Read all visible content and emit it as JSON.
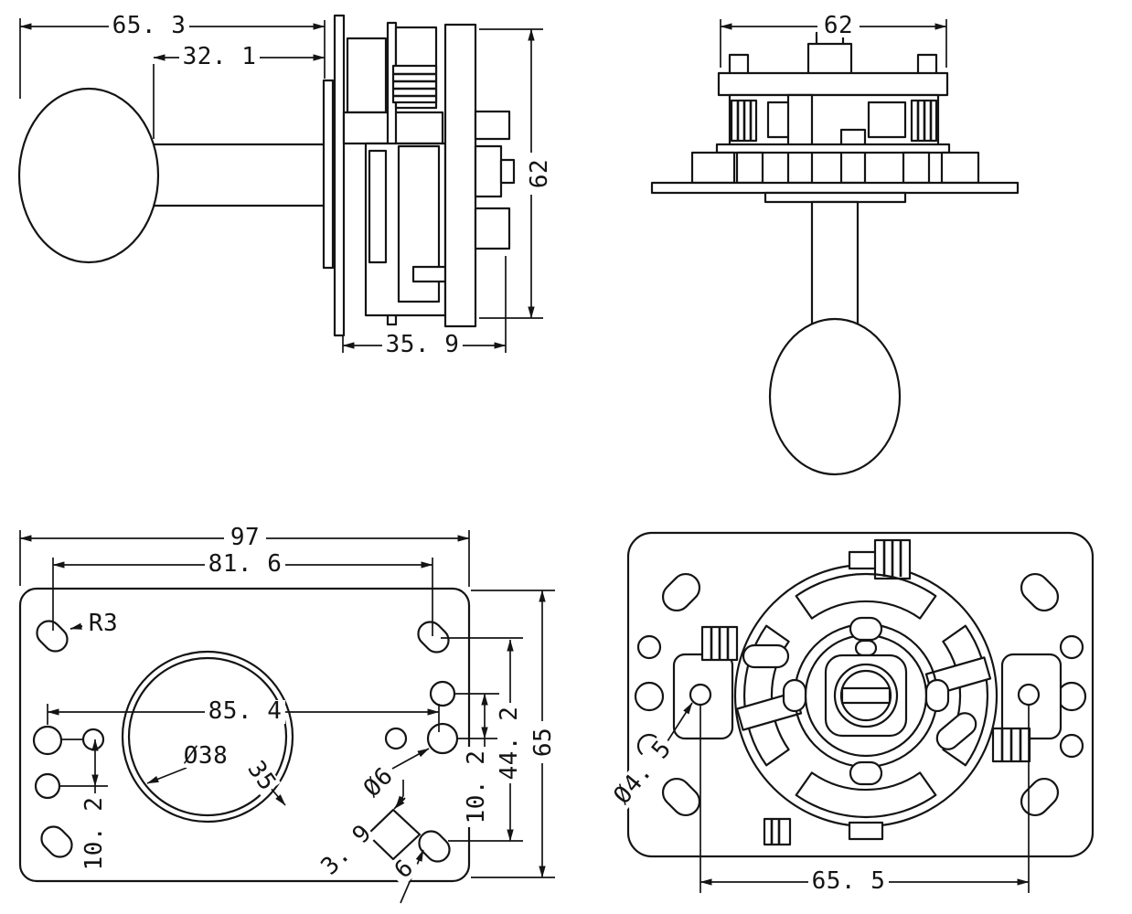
{
  "drawing": {
    "kind": "engineering-4-view-drawing",
    "subject": "ball-top arcade joystick with mounting plate",
    "ink_color": "#141414",
    "paper_color": "#ffffff"
  },
  "views": {
    "side": {
      "label": "side-elevation",
      "dims": {
        "overall_length": "65. 3",
        "shaft_to_plate": "32. 1",
        "height": "62",
        "body_depth": "35. 9"
      }
    },
    "front": {
      "label": "front-elevation-inverted",
      "dims": {
        "width": "62"
      }
    },
    "plate": {
      "label": "mounting-plate-face",
      "dims": {
        "width": "97",
        "slot_span": "81. 6",
        "slot_radius": "R3",
        "hole_span": "85. 4",
        "center_hole_outer": "Ø38",
        "center_hole_inner": "35",
        "left_hole_pitch": "10. 2",
        "right_hole_pitch": "10. 2",
        "right_slot_span": "44. 2",
        "height": "65",
        "small_hole_dia": "Ø6",
        "notch_width": "3. 9",
        "notch_length": "6",
        "mount_span": "65. 5",
        "mount_hole_dia": "Ø4. 5"
      }
    },
    "bottom": {
      "label": "mechanism-bottom-view",
      "dims": {
        "mount_hole_dia": "Ø4. 5",
        "mount_hole_span": "65. 5"
      }
    }
  }
}
